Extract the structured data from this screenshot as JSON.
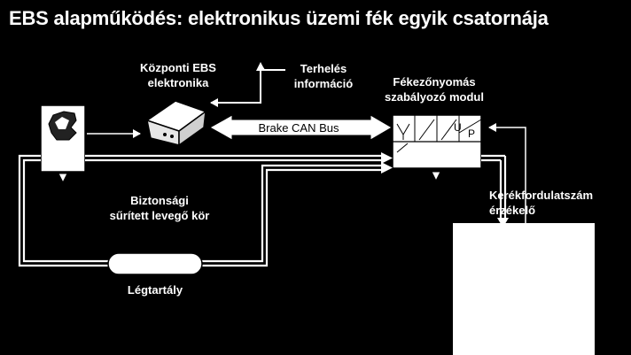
{
  "title": "EBS alapműködés: elektronikus üzemi fék egyik csatornája",
  "labels": {
    "ebs_electronics": [
      "Központi EBS",
      "elektronika"
    ],
    "load_info": [
      "Terhelés",
      "információ"
    ],
    "pressure_module": [
      "Fékezőnyomás",
      "szabályozó modul"
    ],
    "can_bus": "Brake CAN Bus",
    "safety_circuit": [
      "Biztonsági",
      "sűrített levegő kör"
    ],
    "wheel_sensor": [
      "Kerékfordulatszám",
      "érzékelő"
    ],
    "air_tank": "Légtartály",
    "module_u": "U",
    "module_p": "P"
  },
  "colors": {
    "background": "#000000",
    "foreground": "#ffffff"
  },
  "icons": [
    "ebs-ecu-icon",
    "brake-valve-icon",
    "air-tank-icon",
    "brake-chamber"
  ]
}
